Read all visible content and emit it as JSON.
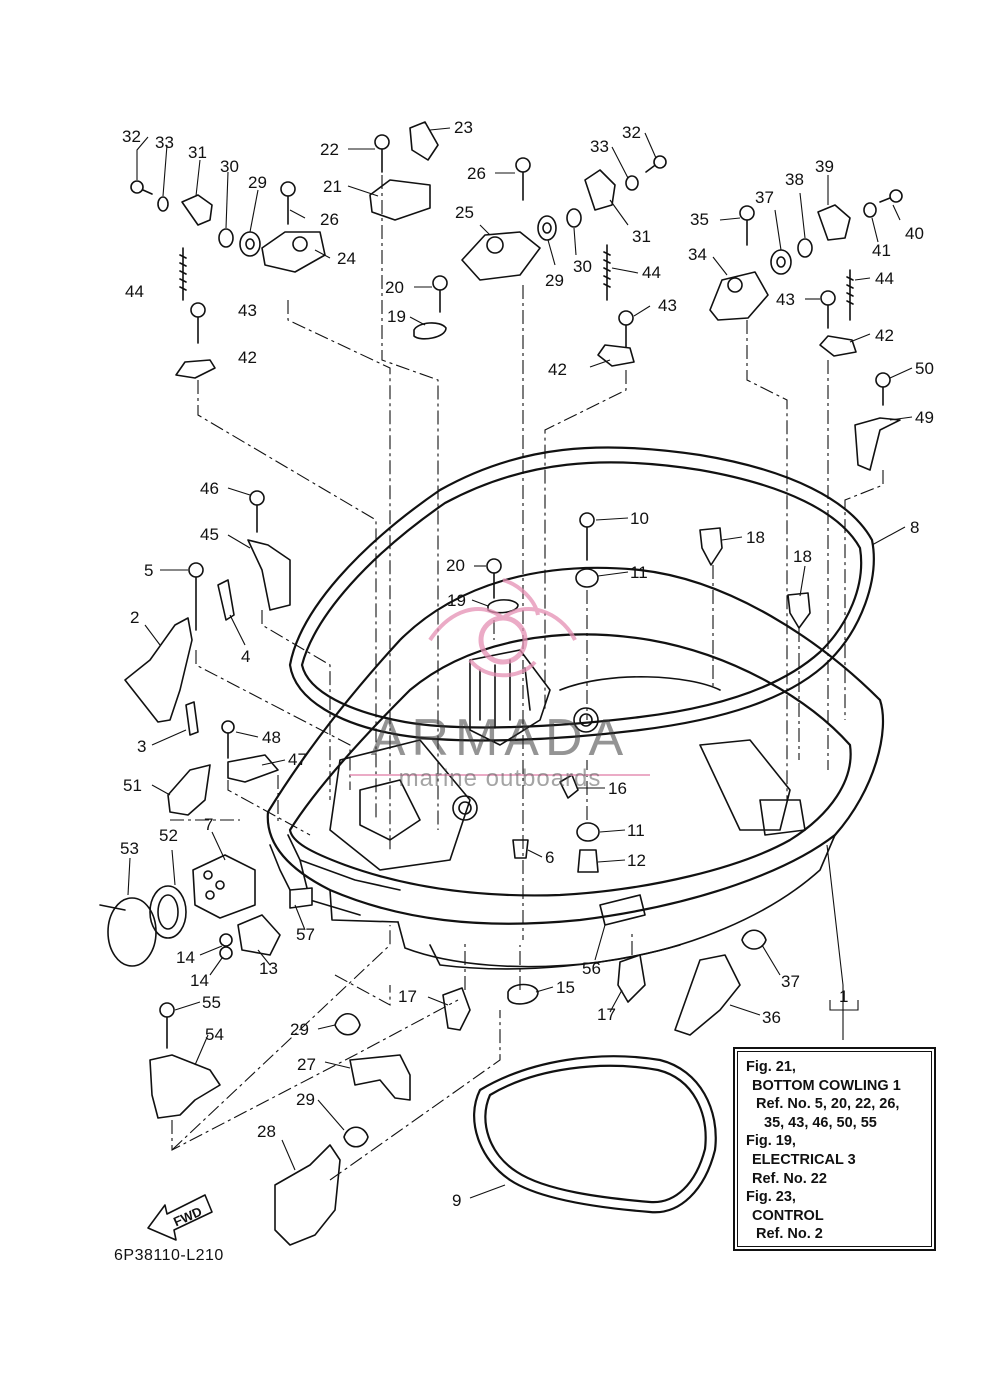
{
  "drawing_code": "6P38110-L210",
  "watermark": {
    "name": "ARMADA",
    "tagline": "marine outboards"
  },
  "fwd_label": "FWD",
  "reference_box": {
    "lines": [
      "Fig. 21,",
      "BOTTOM COWLING 1",
      "Ref. No. 5, 20, 22, 26,",
      "35, 43, 46, 50, 55",
      "Fig. 19,",
      "ELECTRICAL 3",
      "Ref. No. 22",
      "Fig. 23,",
      "CONTROL",
      "Ref. No. 2"
    ]
  },
  "callouts": [
    "32",
    "33",
    "31",
    "30",
    "29",
    "26",
    "24",
    "22",
    "23",
    "21",
    "26",
    "25",
    "29",
    "30",
    "33",
    "32",
    "31",
    "44",
    "20",
    "19",
    "43",
    "42",
    "44",
    "43",
    "42",
    "35",
    "37",
    "38",
    "39",
    "40",
    "41",
    "34",
    "44",
    "43",
    "42",
    "50",
    "49",
    "46",
    "45",
    "5",
    "2",
    "4",
    "3",
    "48",
    "47",
    "51",
    "10",
    "11",
    "20",
    "19",
    "18",
    "18",
    "8",
    "16",
    "11",
    "6",
    "12",
    "7",
    "52",
    "53",
    "57",
    "14",
    "14",
    "13",
    "55",
    "54",
    "17",
    "29",
    "27",
    "29",
    "28",
    "15",
    "17",
    "56",
    "37",
    "36",
    "9",
    "1"
  ],
  "colors": {
    "ink": "#111111",
    "watermark_pink": "#e58fb3"
  }
}
